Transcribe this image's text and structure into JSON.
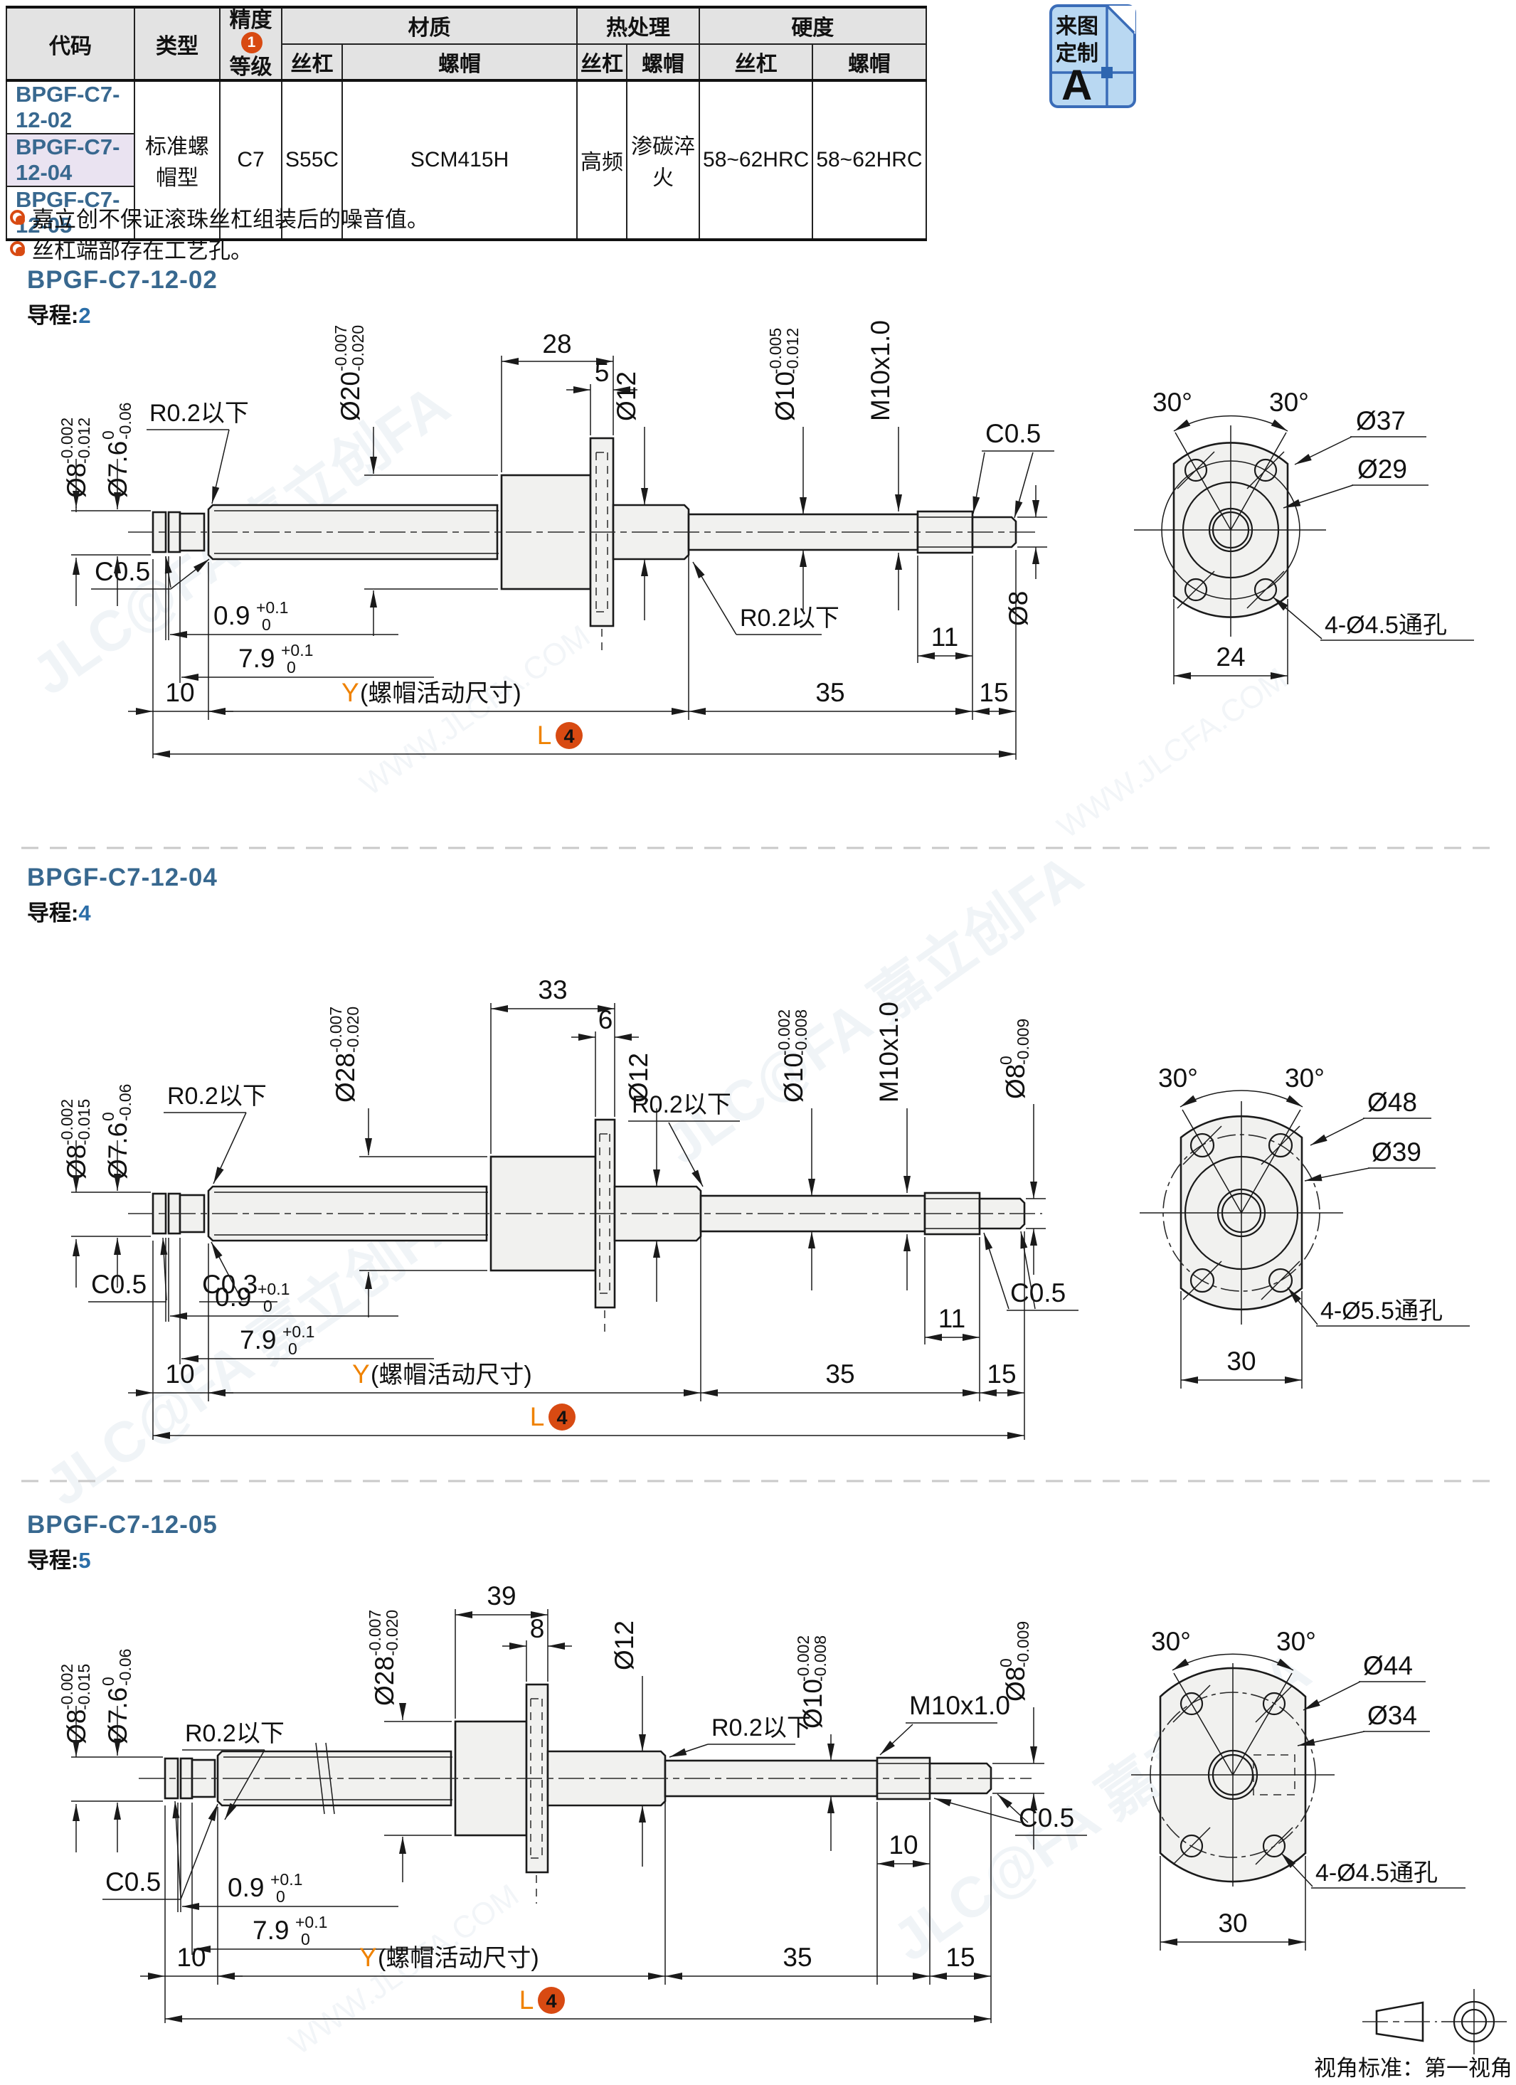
{
  "table": {
    "col_code": "代码",
    "col_type": "类型",
    "col_precision_l1": "精度",
    "col_precision_l2": "等级",
    "precision_badge": "1",
    "col_material": "材质",
    "col_heat": "热处理",
    "col_hardness": "硬度",
    "sub_screw": "丝杠",
    "sub_nut": "螺帽",
    "codes": [
      "BPGF-C7-12-02",
      "BPGF-C7-12-04",
      "BPGF-C7-12-05"
    ],
    "type_val": "标准螺帽型",
    "precision_val": "C7",
    "mat_screw": "S55C",
    "mat_nut": "SCM415H",
    "heat_screw": "高频",
    "heat_nut": "渗碳淬火",
    "hard_screw": "58~62HRC",
    "hard_nut": "58~62HRC"
  },
  "badge": {
    "l1": "来图",
    "l2": "定制",
    "letter": "A"
  },
  "notes": {
    "n1": "嘉立创不保证滚珠丝杠组装后的噪音值。",
    "n2": "丝杠端部存在工艺孔。"
  },
  "sections": [
    {
      "id": "BPGF-C7-12-02",
      "lead_label": "导程:",
      "lead_value": "2",
      "dims": {
        "d8l": "Ø8",
        "d8l_u": "-0.002",
        "d8l_d": "-0.012",
        "d76": "Ø7.6",
        "d76_u": "0",
        "d76_d": "-0.06",
        "r02": "R0.2以下",
        "c05": "C0.5",
        "nut_d": "Ø20",
        "nut_d_u": "-0.007",
        "nut_d_d": "-0.020",
        "nut_len": "28",
        "flange_w": "5",
        "d12": "Ø12",
        "d10": "Ø10",
        "d10_u": "-0.005",
        "d10_d": "-0.012",
        "m10": "M10x1.0",
        "d8r": "Ø8",
        "g09": "0.9",
        "g79": "7.9",
        "tol_u": "+0.1",
        "tol_d": "0",
        "len10": "10",
        "thread_len": "11",
        "len35": "35",
        "len15": "15",
        "y_sym": "Y",
        "y_txt": "(螺帽活动尺寸)",
        "L": "L",
        "L_n": "4"
      },
      "flange": {
        "a1": "30°",
        "a2": "30°",
        "od": "Ø37",
        "bcd": "Ø29",
        "holes": "4-Ø4.5通孔",
        "w": "24"
      }
    },
    {
      "id": "BPGF-C7-12-04",
      "lead_label": "导程:",
      "lead_value": "4",
      "dims": {
        "d8l": "Ø8",
        "d8l_u": "-0.002",
        "d8l_d": "-0.015",
        "d76": "Ø7.6",
        "d76_u": "0",
        "d76_d": "-0.06",
        "r02": "R0.2以下",
        "c05": "C0.5",
        "c03": "C0.3",
        "nut_d": "Ø28",
        "nut_d_u": "-0.007",
        "nut_d_d": "-0.020",
        "nut_len": "33",
        "flange_w": "6",
        "d12": "Ø12",
        "d10": "Ø10",
        "d10_u": "-0.002",
        "d10_d": "-0.008",
        "m10": "M10x1.0",
        "d8r": "Ø8",
        "d8r_u": "0",
        "d8r_d": "-0.009",
        "g09": "0.9",
        "g79": "7.9",
        "tol_u": "+0.1",
        "tol_d": "0",
        "len10": "10",
        "thread_len": "11",
        "len35": "35",
        "len15": "15",
        "y_sym": "Y",
        "y_txt": "(螺帽活动尺寸)",
        "L": "L",
        "L_n": "4"
      },
      "flange": {
        "a1": "30°",
        "a2": "30°",
        "od": "Ø48",
        "bcd": "Ø39",
        "holes": "4-Ø5.5通孔",
        "w": "30"
      }
    },
    {
      "id": "BPGF-C7-12-05",
      "lead_label": "导程:",
      "lead_value": "5",
      "dims": {
        "d8l": "Ø8",
        "d8l_u": "-0.002",
        "d8l_d": "-0.015",
        "d76": "Ø7.6",
        "d76_u": "0",
        "d76_d": "-0.06",
        "r02": "R0.2以下",
        "c05": "C0.5",
        "nut_d": "Ø28",
        "nut_d_u": "-0.007",
        "nut_d_d": "-0.020",
        "nut_len": "39",
        "flange_w": "8",
        "d12": "Ø12",
        "d10": "Ø10",
        "d10_u": "-0.002",
        "d10_d": "-0.008",
        "m10": "M10x1.0",
        "d8r": "Ø8",
        "d8r_u": "0",
        "d8r_d": "-0.009",
        "g09": "0.9",
        "g79": "7.9",
        "tol_u": "+0.1",
        "tol_d": "0",
        "len10": "10",
        "thread_len": "10",
        "len35": "35",
        "len15": "15",
        "y_sym": "Y",
        "y_txt": "(螺帽活动尺寸)",
        "L": "L",
        "L_n": "4"
      },
      "flange": {
        "a1": "30°",
        "a2": "30°",
        "od": "Ø44",
        "bcd": "Ø34",
        "holes": "4-Ø4.5通孔",
        "w": "30"
      }
    }
  ],
  "footer": {
    "view_standard": "视角标准：第一视角"
  },
  "watermark": {
    "t1": "JLC@FA 嘉立创FA",
    "t2": "WWW.JLCFA.COM"
  }
}
